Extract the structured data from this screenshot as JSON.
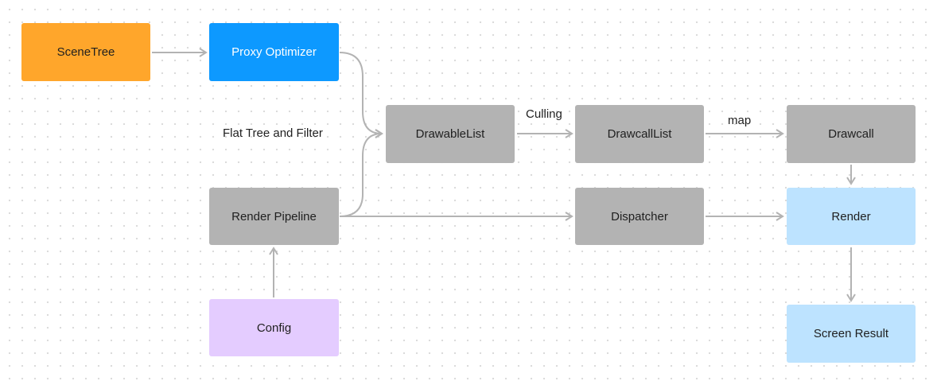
{
  "nodes": {
    "scene_tree": "SceneTree",
    "proxy_optimizer": "Proxy Optimizer",
    "drawable_list": "DrawableList",
    "drawcall_list": "DrawcallList",
    "drawcall": "Drawcall",
    "render_pipeline": "Render Pipeline",
    "dispatcher": "Dispatcher",
    "render": "Render",
    "config": "Config",
    "screen_result": "Screen Result"
  },
  "edge_labels": {
    "flat_tree": "Flat Tree and Filter",
    "culling": "Culling",
    "map": "map"
  },
  "edges": [
    {
      "from": "SceneTree",
      "to": "Proxy Optimizer"
    },
    {
      "from": "Proxy Optimizer",
      "to": "DrawableList"
    },
    {
      "from": "Render Pipeline",
      "to": "DrawableList"
    },
    {
      "from": "DrawableList",
      "to": "DrawcallList",
      "label": "Culling"
    },
    {
      "from": "DrawcallList",
      "to": "Drawcall",
      "label": "map"
    },
    {
      "from": "Drawcall",
      "to": "Render"
    },
    {
      "from": "Render Pipeline",
      "to": "Dispatcher"
    },
    {
      "from": "Dispatcher",
      "to": "Render"
    },
    {
      "from": "Config",
      "to": "Render Pipeline"
    },
    {
      "from": "Render",
      "to": "Screen Result"
    }
  ],
  "colors": {
    "orange": "#ffa62b",
    "blue": "#0d99ff",
    "gray": "#b3b3b3",
    "purple": "#e4ccff",
    "light_blue": "#bde3ff",
    "edge": "#b3b3b3"
  }
}
